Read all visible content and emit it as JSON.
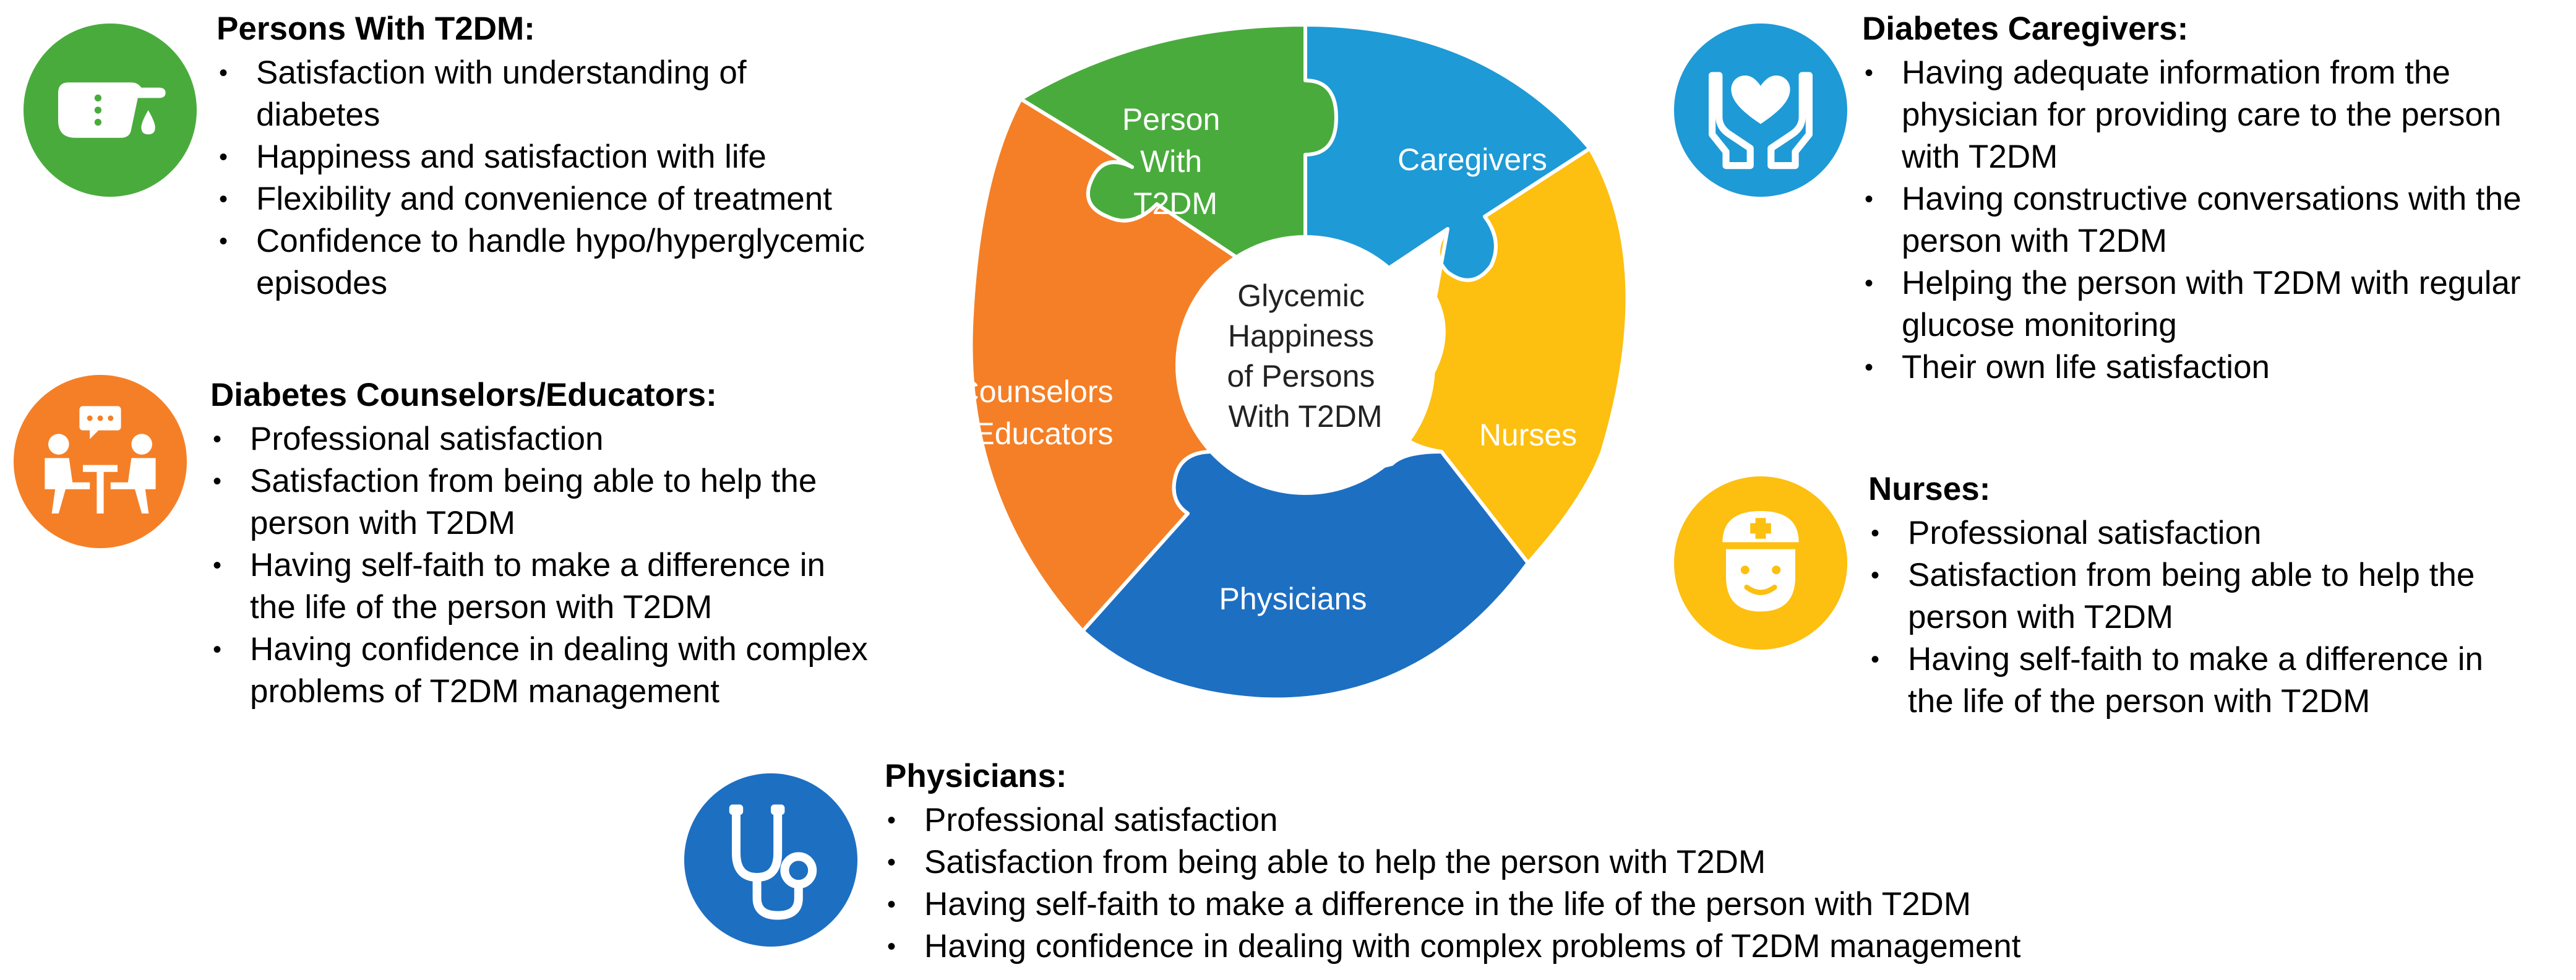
{
  "center": {
    "lines": [
      "Glycemic",
      "Happiness",
      "of Persons",
      "With T2DM"
    ]
  },
  "pieces": {
    "person": {
      "lines": [
        "Person",
        "With",
        "T2DM"
      ],
      "color": "#4aab3d"
    },
    "caregivers": {
      "lines": [
        "Caregivers"
      ],
      "color": "#1e9ad6"
    },
    "nurses": {
      "lines": [
        "Nurses"
      ],
      "color": "#fdbf10"
    },
    "physicians": {
      "lines": [
        "Physicians"
      ],
      "color": "#1d6fc2"
    },
    "counselors": {
      "lines": [
        "Counselors",
        "/Educators"
      ],
      "color": "#f57f26"
    }
  },
  "sections": {
    "persons": {
      "title": "Persons With  T2DM:",
      "items": [
        "Satisfaction with understanding of",
        "Happiness and satisfaction with life",
        "Flexibility and convenience of treatment",
        "Confidence to handle hypo/hyperglycemic"
      ],
      "continuations": [
        "diabetes",
        "episodes"
      ],
      "icon": "glucose-meter-finger-icon",
      "color": "#4aab3d"
    },
    "counselors": {
      "title": "Diabetes Counselors/Educators:",
      "items": [
        "Professional satisfaction",
        "Satisfaction from being able to help the",
        "Having self-faith to make a difference in",
        "Having confidence in dealing with complex"
      ],
      "continuations": [
        "person with T2DM",
        "the life of the person with T2DM",
        "problems of T2DM management"
      ],
      "icon": "counseling-session-icon",
      "color": "#f57f26"
    },
    "caregivers": {
      "title": "Diabetes Caregivers:",
      "items": [
        "Having adequate information from the",
        "Having constructive conversations with the",
        "Helping the person with T2DM with regular",
        "Their own life satisfaction"
      ],
      "continuations": [
        "physician for providing care to the person",
        "with T2DM",
        "person with T2DM",
        "glucose monitoring"
      ],
      "icon": "caring-hands-heart-icon",
      "color": "#1e9ad6"
    },
    "nurses": {
      "title": "Nurses:",
      "items": [
        "Professional satisfaction",
        "Satisfaction from being able to help the",
        "Having self-faith to make a difference in"
      ],
      "continuations": [
        "person with T2DM",
        "the life of the person with T2DM"
      ],
      "icon": "nurse-face-icon",
      "color": "#fdbf10"
    },
    "physicians": {
      "title": "Physicians:",
      "items": [
        "Professional satisfaction",
        "Satisfaction from being able to help the person with T2DM",
        "Having self-faith to make a difference in the life of the person with T2DM",
        "Having confidence in dealing with complex problems of T2DM management"
      ],
      "icon": "stethoscope-icon",
      "color": "#1d6fc2"
    }
  }
}
